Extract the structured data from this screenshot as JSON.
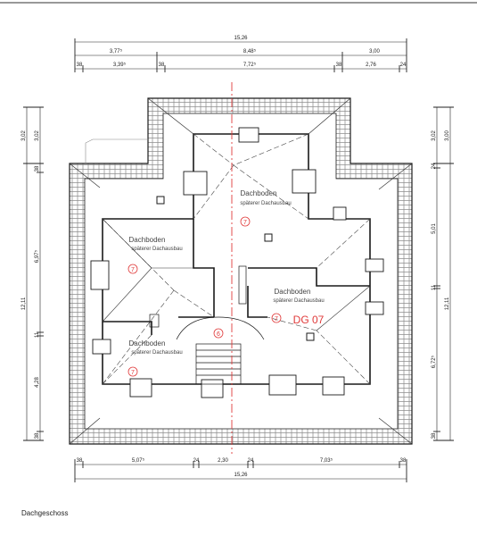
{
  "plan": {
    "caption": "Dachgeschoss",
    "floor_label": "DG 07",
    "rooms": [
      {
        "name": "Dachboden",
        "sub": "späterer Dachausbau",
        "marker": "7"
      },
      {
        "name": "Dachboden",
        "sub": "späterer Dachausbau",
        "marker": "7"
      },
      {
        "name": "Dachboden",
        "sub": "späterer Dachausbau",
        "marker": "7"
      },
      {
        "name": "Dachboden",
        "sub": "späterer Dachausbau",
        "marker": "7"
      }
    ],
    "extra_markers": [
      "7",
      "6"
    ]
  },
  "dimensions": {
    "top_total": "15,26",
    "top_row1": [
      "3,77⁵",
      "8,48⁵",
      "3,00"
    ],
    "top_row2": [
      "38",
      "3,39⁵",
      "38",
      "7,72⁵",
      "38",
      "2,76",
      "24"
    ],
    "bottom_row1": [
      "38",
      "5,07⁵",
      "24",
      "2,30",
      "24",
      "7,03⁵",
      "38"
    ],
    "bottom_total": "15,26",
    "left_outer": [
      "3,02",
      "12,11"
    ],
    "left_inner": [
      "3,02",
      "38",
      "6,97⁵",
      "11",
      "4,28",
      "38"
    ],
    "right_outer": [
      "3,00",
      "12,11"
    ],
    "right_inner": [
      "3,02",
      "24",
      "5,01",
      "11",
      "6,72⁵",
      "38"
    ]
  },
  "colors": {
    "line": "#1a1a1a",
    "red": "#e03a3a",
    "roof": "#555555"
  }
}
